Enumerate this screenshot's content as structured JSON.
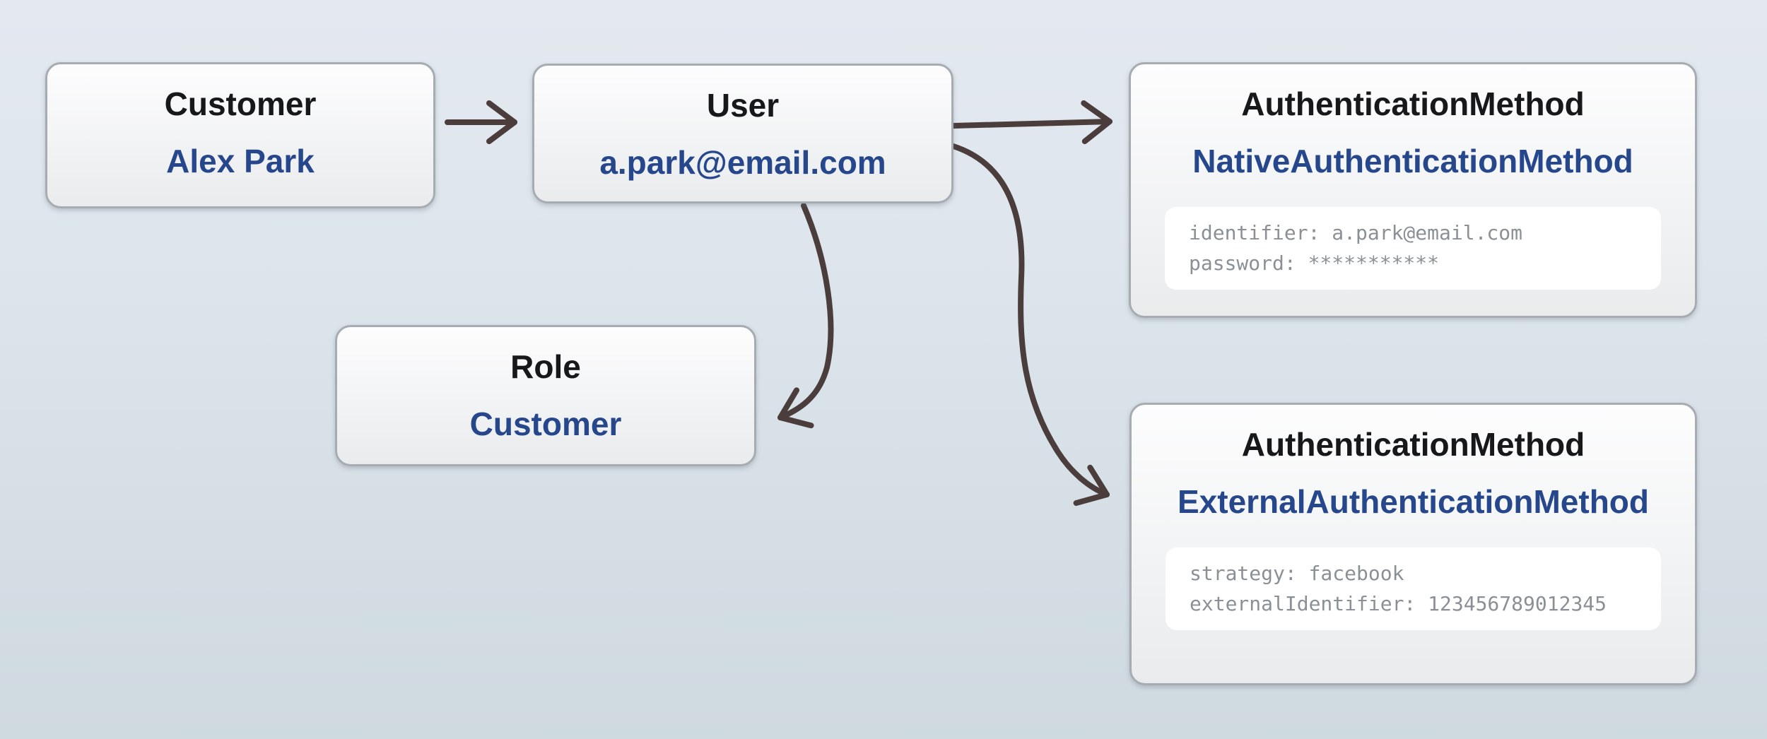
{
  "diagram": {
    "type": "entity-relationship",
    "colors": {
      "background_top": "#e4e9f0",
      "background_bottom": "#cfd9e0",
      "node_fill": "#f4f5f6",
      "node_border": "#a6acb2",
      "title_text": "#17181a",
      "value_text": "#26478c",
      "field_text": "#8a9095",
      "field_panel": "#ffffff",
      "arrow": "#4a3d3c"
    }
  },
  "nodes": [
    {
      "id": "customer",
      "title": "Customer",
      "value": "Alex Park"
    },
    {
      "id": "user",
      "title": "User",
      "value": "a.park@email.com"
    },
    {
      "id": "auth-native",
      "title": "AuthenticationMethod",
      "value": "NativeAuthenticationMethod",
      "fields": [
        "identifier: a.park@email.com",
        "password: ***********"
      ]
    },
    {
      "id": "role",
      "title": "Role",
      "value": "Customer"
    },
    {
      "id": "auth-external",
      "title": "AuthenticationMethod",
      "value": "ExternalAuthenticationMethod",
      "fields": [
        "strategy: facebook",
        "externalIdentifier: 123456789012345"
      ]
    }
  ],
  "edges": [
    {
      "from": "customer",
      "to": "user"
    },
    {
      "from": "user",
      "to": "auth-native"
    },
    {
      "from": "user",
      "to": "role"
    },
    {
      "from": "user",
      "to": "auth-external"
    }
  ]
}
